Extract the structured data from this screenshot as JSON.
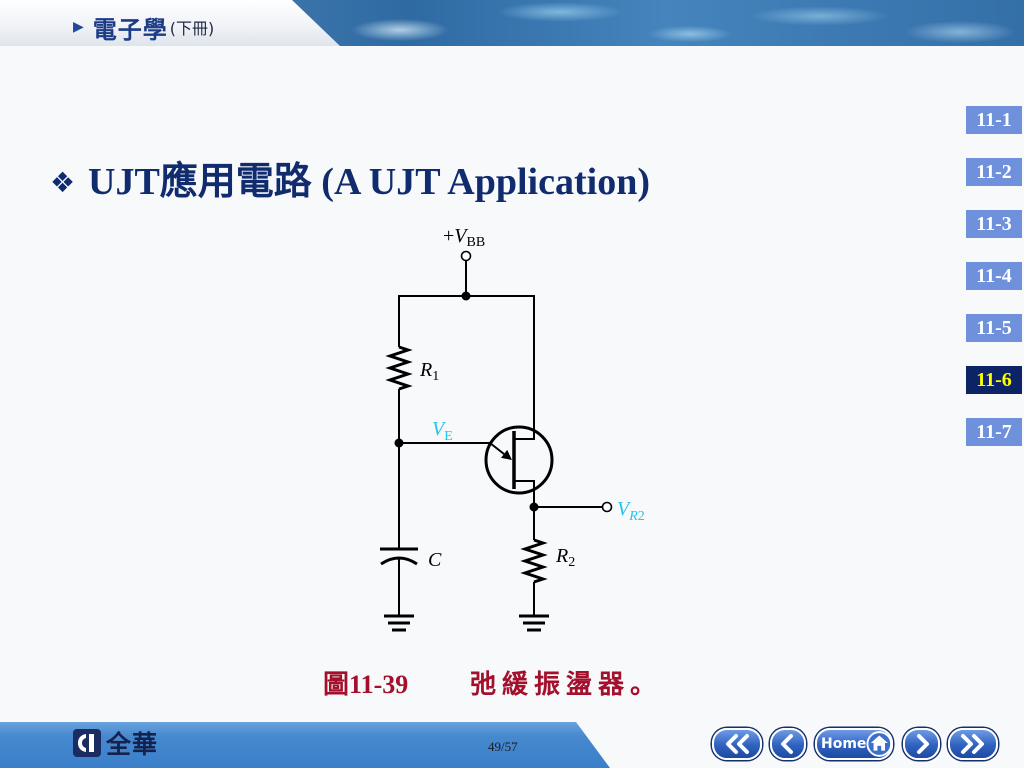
{
  "header": {
    "arrow_icon": "play-arrow-icon",
    "arrow": "▶",
    "book_title": "電子學",
    "volume": "(下冊)"
  },
  "section_nav": {
    "items": [
      {
        "label": "11-1",
        "active": false
      },
      {
        "label": "11-2",
        "active": false
      },
      {
        "label": "11-3",
        "active": false
      },
      {
        "label": "11-4",
        "active": false
      },
      {
        "label": "11-5",
        "active": false
      },
      {
        "label": "11-6",
        "active": true
      },
      {
        "label": "11-7",
        "active": false
      }
    ]
  },
  "slide": {
    "bullet_icon": "diamond-bullet-icon",
    "bullet": "❖",
    "title": "UJT應用電路 (A UJT Application)"
  },
  "figure": {
    "labels": {
      "vbb": {
        "prefix": "+",
        "symbol": "V",
        "subscript": "BB"
      },
      "r1": {
        "symbol": "R",
        "subscript": "1"
      },
      "ve": {
        "symbol": "V",
        "subscript": "E"
      },
      "vr2": {
        "symbol": "V",
        "subscript_symbol": "R",
        "subscript_index": "2"
      },
      "c": {
        "symbol": "C"
      },
      "r2": {
        "symbol": "R",
        "subscript": "2"
      }
    },
    "caption": {
      "number": "圖11-39",
      "title": "弛緩振盪器。"
    }
  },
  "footer": {
    "publisher": "全華",
    "page_indicator": "49/57",
    "buttons": {
      "first_icon": "double-chevron-left-icon",
      "prev_icon": "chevron-left-icon",
      "home_label": "Home",
      "home_icon": "house-icon",
      "next_icon": "chevron-right-icon",
      "last_icon": "double-chevron-right-icon"
    }
  },
  "colors": {
    "title": "#102c6e",
    "caption": "#a3102c",
    "nav_bg": "#6f90da",
    "nav_text": "#ffffff",
    "nav_active_bg": "#0c2466",
    "nav_active_text": "#ffff00",
    "label_accent": "#22c4f0",
    "footer_blue": "#3a7fc9",
    "button_blue": "#2f62bf"
  }
}
